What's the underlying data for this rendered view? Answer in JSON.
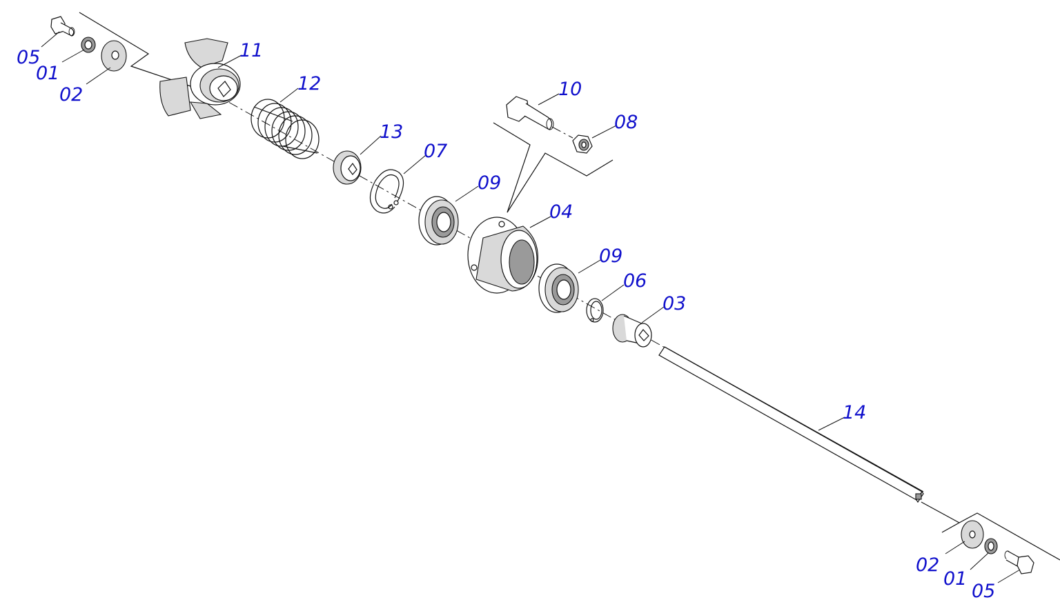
{
  "diagram": {
    "labels": {
      "p05_top": "05",
      "p01_top": "01",
      "p02_top": "02",
      "p11": "11",
      "p12": "12",
      "p13": "13",
      "p07": "07",
      "p10": "10",
      "p08": "08",
      "p09_a": "09",
      "p04": "04",
      "p09_b": "09",
      "p06": "06",
      "p03": "03",
      "p14": "14",
      "p02_bottom": "02",
      "p01_bottom": "01",
      "p05_bottom": "05"
    },
    "colors": {
      "label": "#1010cc",
      "line": "#111111"
    }
  }
}
